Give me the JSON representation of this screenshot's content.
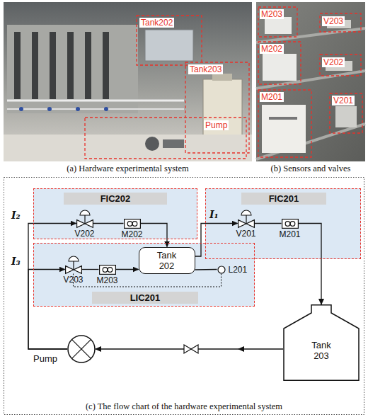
{
  "diagram": {
    "nodes": [
      {
        "text": [
          "FIC202"
        ]
      },
      {
        "text": [
          "V202"
        ],
        "in": 0
      },
      {
        "text": [
          "M202"
        ],
        "in": 0
      },
      {
        "text": [
          "FIC201"
        ]
      },
      {
        "text": [
          "V201"
        ],
        "in": 3
      },
      {
        "text": [
          "M201"
        ],
        "in": 3
      },
      {
        "text": [
          "LIC201"
        ]
      },
      {
        "text": [
          "V203"
        ],
        "in": 6
      },
      {
        "text": [
          "M203"
        ],
        "in": 6
      },
      {
        "text": [
          "Tank 202"
        ],
        "in": 6
      },
      {
        "text": [
          "L201"
        ],
        "in": 6
      },
      {
        "text": [
          "Tank 203"
        ]
      },
      {
        "text": [
          "Pump"
        ]
      }
    ],
    "edges": [
      {
        "from": 1,
        "to": 2,
        "arrow": "none"
      },
      {
        "from": 2,
        "to": 9,
        "arrow": "to"
      },
      {
        "from": 9,
        "to": 4,
        "arrow": "to"
      },
      {
        "from": 4,
        "to": 5,
        "arrow": "none"
      },
      {
        "from": 5,
        "to": 11,
        "arrow": "to"
      },
      {
        "from": 11,
        "to": 12,
        "arrow": "to"
      },
      {
        "from": 12,
        "to": 1,
        "arrow": "to"
      },
      {
        "from": 12,
        "to": 7,
        "arrow": "to"
      },
      {
        "from": 7,
        "to": 8,
        "arrow": "none"
      },
      {
        "from": 8,
        "to": 9,
        "arrow": "to"
      },
      {
        "from": 9,
        "to": 10,
        "arrow": "none"
      },
      {
        "from": 10,
        "to": 7,
        "arrow": "none"
      }
    ],
    "labels": [
      "Tank202",
      "Tank203",
      "Pump",
      "M203",
      "V203",
      "M202",
      "V202",
      "M201",
      "V201",
      "(a) Hardware experimental system",
      "(b) Sensors and valves",
      "I₂",
      "I₁",
      "I₃",
      "(c) The flow chart of the hardware experimental system"
    ]
  }
}
